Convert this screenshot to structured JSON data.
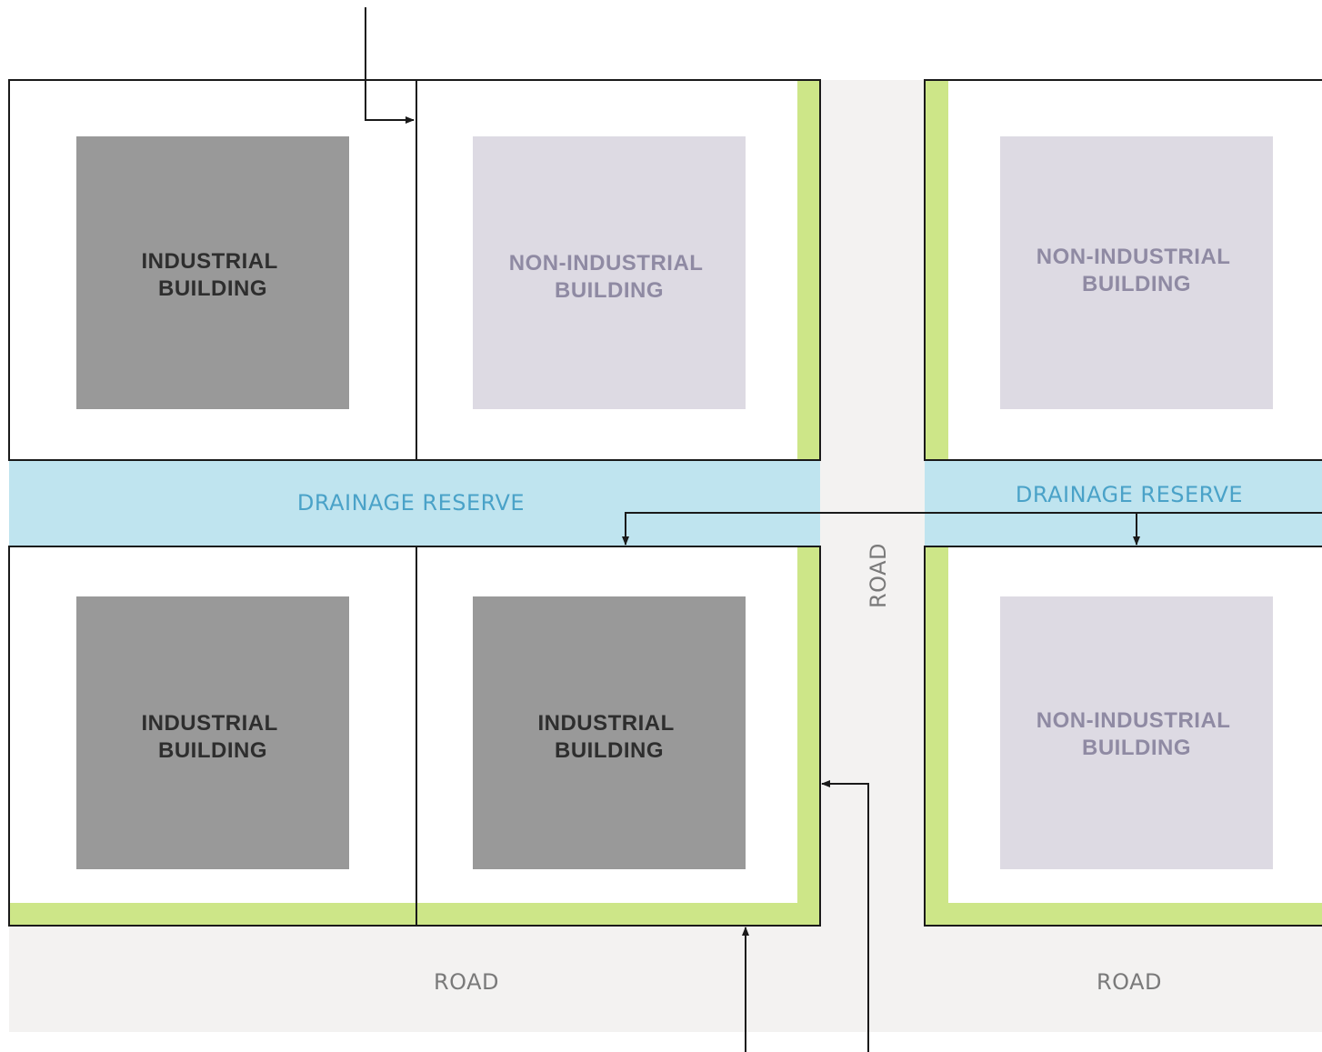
{
  "diagram": {
    "buildings": {
      "top_left": [
        "INDUSTRIAL",
        "BUILDING"
      ],
      "top_middle": [
        "NON-INDUSTRIAL",
        "BUILDING"
      ],
      "top_right": [
        "NON-INDUSTRIAL",
        "BUILDING"
      ],
      "bottom_left": [
        "INDUSTRIAL",
        "BUILDING"
      ],
      "bottom_middle": [
        "INDUSTRIAL",
        "BUILDING"
      ],
      "bottom_right": [
        "NON-INDUSTRIAL",
        "BUILDING"
      ]
    },
    "drainage_left": "DRAINAGE RESERVE",
    "drainage_right": "DRAINAGE RESERVE",
    "road_vertical": "ROAD",
    "road_bottom_left": "ROAD",
    "road_bottom_right": "ROAD",
    "colors": {
      "industrial_fill": "#999999",
      "non_industrial_fill": "#dddae3",
      "buffer_green": "#cde688",
      "drainage_fill": "#bfe4ef",
      "road_fill": "#f3f2f1",
      "line": "#1a1a1a"
    }
  }
}
